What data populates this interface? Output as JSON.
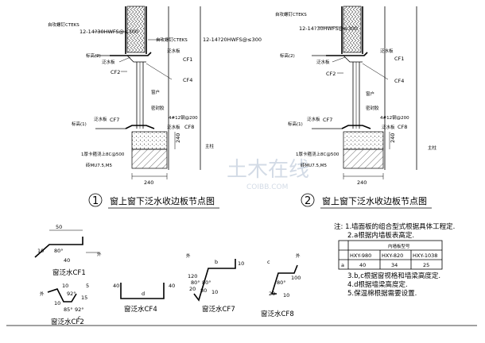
{
  "detail1": {
    "number": "1",
    "title": "窗上窗下泛水收边板节点图",
    "labels": {
      "teks_top": "自攻螺钉CTEKS",
      "spec_top": "12-14?30HWFS@≤300",
      "teks_mid": "自攻螺钉CTEKS",
      "spec_mid": "12-14?20HWFS@≤300",
      "elev2": "标高(2)",
      "flash_board": "泛水板",
      "cf1": "CF1",
      "cf2": "CF2",
      "cf4": "CF4",
      "window": "窗户",
      "sealant": "密封胶",
      "elev1": "标高(1)",
      "cf7": "CF7",
      "flash_board2": "泛水板",
      "cf8": "CF8",
      "bar": "4#12钢@200",
      "ring_beam": "1厚卡箍浇上8C@500",
      "brick": "砖MU7.5,M5",
      "column": "主柱",
      "dim_240_v": "240",
      "dim_240_h": "240"
    }
  },
  "detail2": {
    "number": "2",
    "title": "窗上窗下泛水收边板节点图",
    "labels": {
      "teks_top": "自攻螺钉CTEKS",
      "spec_top": "12-14?30HWFS@≤300",
      "elev2": "标高(2)",
      "flash_board": "泛水板",
      "cf1": "CF1",
      "cf2": "CF2",
      "cf4": "CF4",
      "window": "窗户",
      "sealant": "密封胶",
      "elev1": "标高(1)",
      "cf7": "CF7",
      "flash_board2": "泛水板",
      "cf8": "CF8",
      "bar": "4#12钢@200",
      "ring_beam": "1厚卡箍浇上8C@500",
      "brick": "砖MU7.5,M5",
      "column": "主柱",
      "dim_240_v": "240",
      "dim_240_h": "240"
    }
  },
  "profiles": {
    "cf1": {
      "name": "窗泛水CF1",
      "dims": [
        "50",
        "10",
        "80°",
        "40",
        "外"
      ]
    },
    "cf2": {
      "name": "窗泛水CF2",
      "dims": [
        "10",
        "92°",
        "5",
        "15",
        "10",
        "85°",
        "92°",
        "外",
        "c"
      ]
    },
    "cf4": {
      "name": "窗泛水CF4",
      "dims": [
        "40",
        "d",
        "40"
      ]
    },
    "cf7": {
      "name": "窗泛水CF7",
      "dims": [
        "外",
        "b",
        "10",
        "120",
        "80°",
        "80°",
        "20",
        "80",
        "10"
      ]
    },
    "cf8": {
      "name": "窗泛水CF8",
      "dims": [
        "c",
        "外",
        "100",
        "80°",
        "20",
        "10"
      ]
    }
  },
  "notes": {
    "line1": "注: 1.墙面板的组合型式根据具体工程定.",
    "line2": "2.a根据内墙板表高定.",
    "line3": "3.b,c根据窗视格和墙梁高度定.",
    "line4": "4.d根据墙梁高度定.",
    "line5": "5.保温棉根据需要设置."
  },
  "table": {
    "title": "内墙板型号",
    "headers": [
      "HXY-980",
      "HXY-820",
      "HXY-1038"
    ],
    "row_label": "a",
    "values": [
      "40",
      "34",
      "25"
    ]
  },
  "watermark": {
    "main": "土木在线",
    "sub": "COIBB.COM"
  }
}
